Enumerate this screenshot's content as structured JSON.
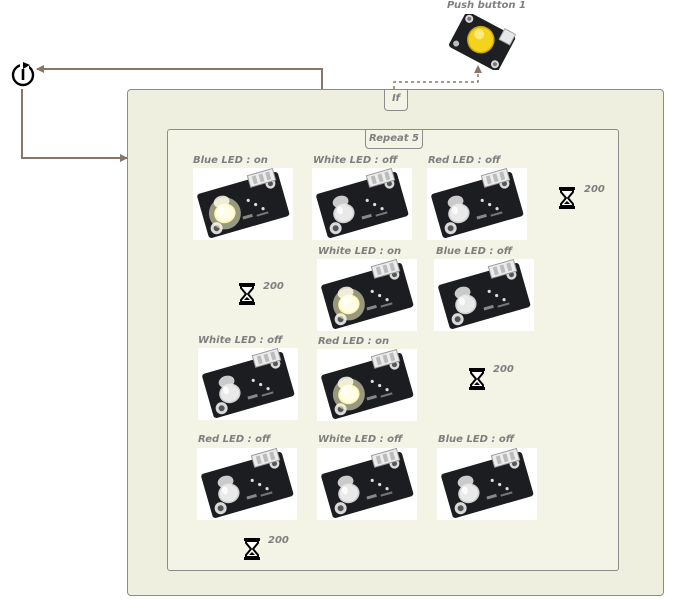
{
  "push_button": {
    "label": "Push button 1"
  },
  "if_block": {
    "label": "If"
  },
  "repeat_block": {
    "label": "Repeat 5"
  },
  "steps": [
    {
      "label": "Blue LED : on",
      "led": "on"
    },
    {
      "label": "White LED : off",
      "led": "off"
    },
    {
      "label": "Red LED : off",
      "led": "off"
    },
    {
      "label": "White LED : on",
      "led": "on"
    },
    {
      "label": "Blue LED : off",
      "led": "off"
    },
    {
      "label": "White LED : off",
      "led": "off"
    },
    {
      "label": "Red LED : on",
      "led": "on"
    },
    {
      "label": "Red LED : off",
      "led": "off"
    },
    {
      "label": "White LED : off",
      "led": "off"
    },
    {
      "label": "Blue LED : off",
      "led": "off"
    }
  ],
  "delays": [
    "200",
    "200",
    "200",
    "200"
  ],
  "colors": {
    "wire": "#8a7566",
    "block_fill": "#efefdf",
    "block_border": "#8c8c8c",
    "label": "#7f7f7f",
    "button": "#f5d21c"
  }
}
